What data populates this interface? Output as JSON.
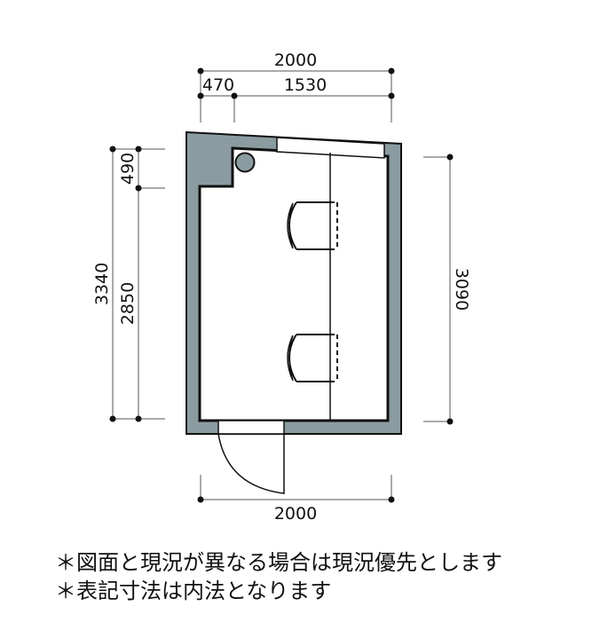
{
  "colors": {
    "wall": "#8b9ca1",
    "line": "#111111"
  },
  "dimensions": {
    "top_total": "2000",
    "top_left": "470",
    "top_right": "1530",
    "left_total": "3340",
    "left_top": "490",
    "left_bottom": "2850",
    "right_total": "3090",
    "bottom_total": "2000"
  },
  "notes": [
    "＊図面と現況が異なる場合は現況優先とします",
    "＊表記寸法は内法となります"
  ]
}
